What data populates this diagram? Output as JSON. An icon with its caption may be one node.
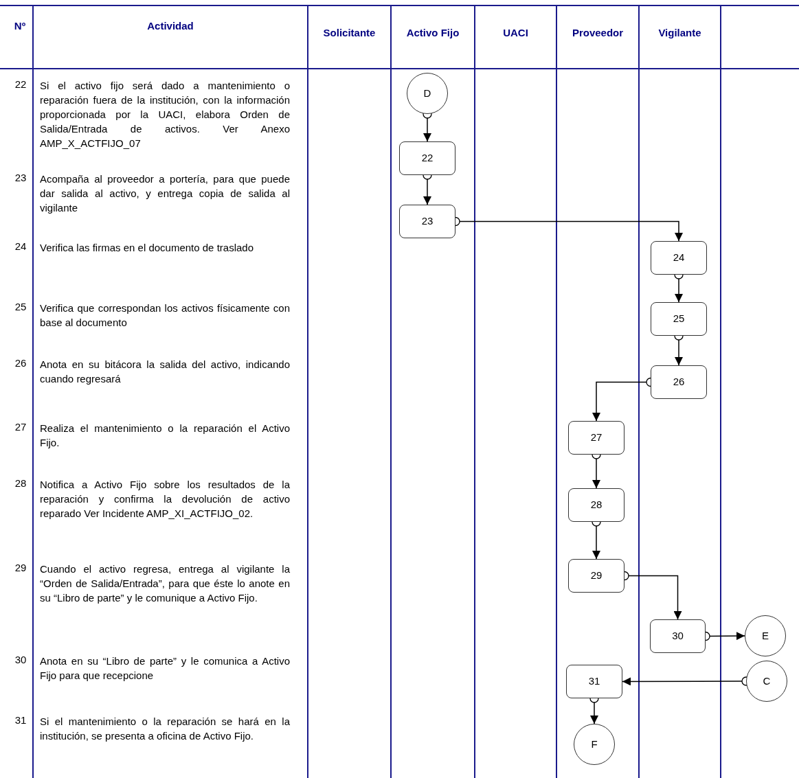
{
  "diagram": {
    "nodes": [
      {
        "text": [
          "D"
        ]
      },
      {
        "text": [
          "22"
        ]
      },
      {
        "text": [
          "23"
        ]
      },
      {
        "text": [
          "24"
        ]
      },
      {
        "text": [
          "25"
        ]
      },
      {
        "text": [
          "26"
        ]
      },
      {
        "text": [
          "27"
        ]
      },
      {
        "text": [
          "28"
        ]
      },
      {
        "text": [
          "29"
        ]
      },
      {
        "text": [
          "30"
        ]
      },
      {
        "text": [
          "E"
        ]
      },
      {
        "text": [
          "31"
        ]
      },
      {
        "text": [
          "C"
        ]
      },
      {
        "text": [
          "F"
        ]
      }
    ],
    "edges": [
      {
        "from": 0,
        "to": 1,
        "arrow": "to"
      },
      {
        "from": 1,
        "to": 2,
        "arrow": "to"
      },
      {
        "from": 2,
        "to": 3,
        "arrow": "to"
      },
      {
        "from": 3,
        "to": 4,
        "arrow": "to"
      },
      {
        "from": 4,
        "to": 5,
        "arrow": "to"
      },
      {
        "from": 5,
        "to": 6,
        "arrow": "to"
      },
      {
        "from": 6,
        "to": 7,
        "arrow": "to"
      },
      {
        "from": 7,
        "to": 8,
        "arrow": "to"
      },
      {
        "from": 8,
        "to": 9,
        "arrow": "to"
      },
      {
        "from": 9,
        "to": 10,
        "arrow": "to"
      },
      {
        "from": 12,
        "to": 11,
        "arrow": "to"
      },
      {
        "from": 11,
        "to": 13,
        "arrow": "to"
      }
    ],
    "labels": [
      "Nº",
      "Actividad",
      "Solicitante",
      "Activo Fijo",
      "UACI",
      "Proveedor",
      "Vigilante",
      "22",
      "Si el activo fijo será dado a mantenimiento o reparación fuera de la institución, con la información proporcionada por la UACI, elabora Orden de Salida/Entrada de activos. Ver Anexo AMP_X_ACTFIJO_07",
      "23",
      "Acompaña al proveedor a portería, para que puede dar salida al activo, y entrega copia de salida al vigilante",
      "24",
      "Verifica las firmas en el documento de traslado",
      "25",
      "Verifica que correspondan los activos físicamente con base al documento",
      "26",
      "Anota en su bitácora la salida del activo, indicando cuando regresará",
      "27",
      "Realiza el mantenimiento o la reparación el Activo Fijo.",
      "28",
      "Notifica a Activo Fijo sobre los resultados de la reparación y confirma la devolución de activo reparado Ver Incidente AMP_XI_ACTFIJO_02.",
      "29",
      "Cuando el activo regresa, entrega al vigilante la “Orden de Salida/Entrada”, para que éste lo anote en su “Libro de parte” y le comunique a Activo Fijo.",
      "30",
      "Anota en su “Libro de parte” y le comunica a Activo Fijo para que recepcione",
      "31",
      "Si el mantenimiento o la reparación se hará en la institución, se presenta a oficina de Activo Fijo."
    ]
  }
}
